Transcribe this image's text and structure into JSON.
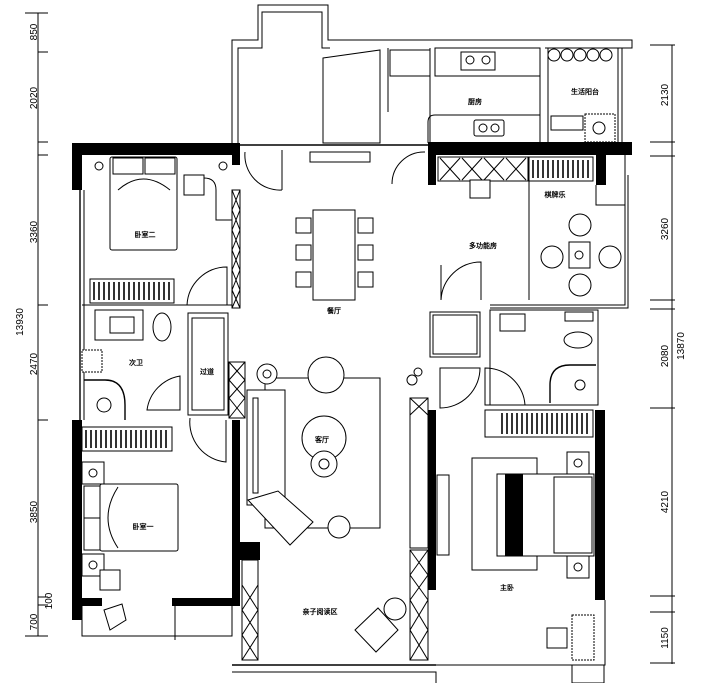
{
  "plan": {
    "rooms": {
      "bedroom2": "卧室二",
      "guest_bath": "次卫",
      "corridor": "过道",
      "bedroom1": "卧室一",
      "dining": "餐厅",
      "living": "客厅",
      "reading": "亲子阅读区",
      "kitchen": "厨房",
      "utility_balcony": "生活阳台",
      "multi_room": "多功能房",
      "leisure": "棋牌乐",
      "master": "主卧"
    },
    "dims_left": {
      "d1": "850",
      "d2": "2020",
      "d3": "3360",
      "d4": "2470",
      "d5": "3850",
      "d6": "700",
      "d7": "100",
      "total": "13930"
    },
    "dims_right": {
      "d1": "2130",
      "d2": "3260",
      "d3": "2080",
      "d4": "4210",
      "d5": "1150",
      "total": "13870"
    }
  }
}
